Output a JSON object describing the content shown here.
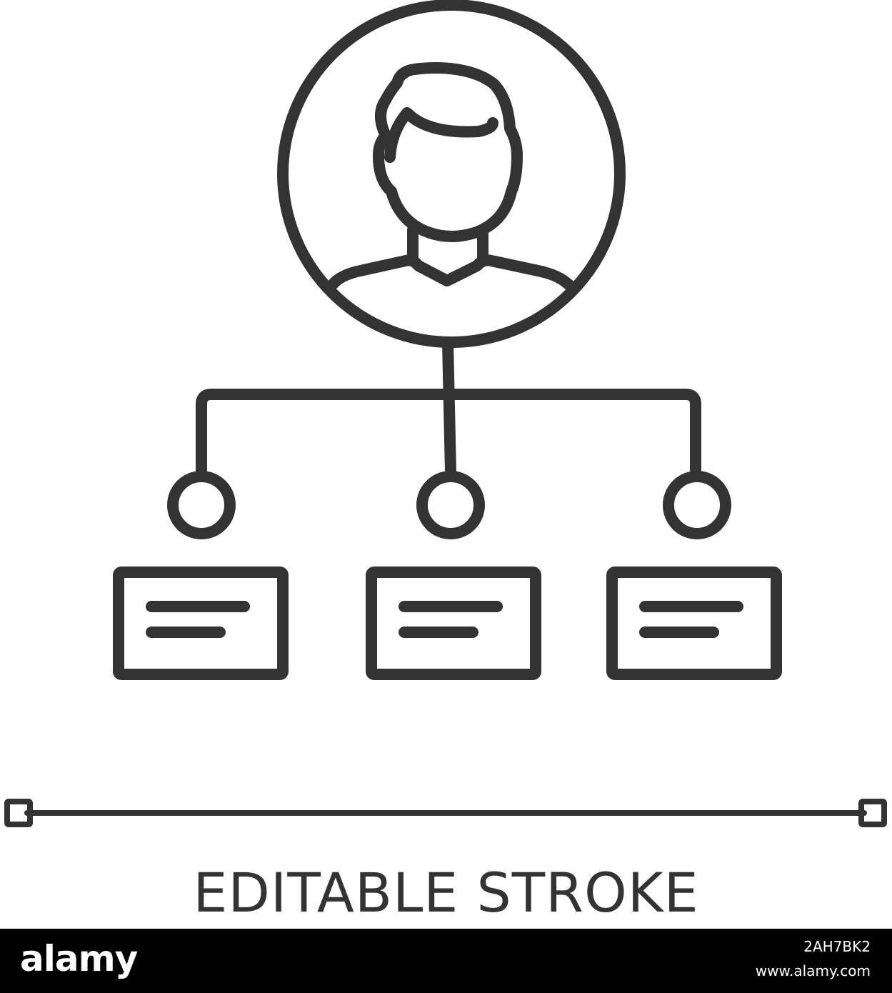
{
  "colors": {
    "stroke": "#333333",
    "background": "#ffffff",
    "footer_background": "#000000",
    "footer_text": "#ffffff"
  },
  "icon": {
    "name": "organization-chart-icon",
    "top_node": "user-avatar-icon",
    "children": [
      {
        "node": "circle-node-icon",
        "card": "text-card-icon"
      },
      {
        "node": "circle-node-icon",
        "card": "text-card-icon"
      },
      {
        "node": "circle-node-icon",
        "card": "text-card-icon"
      }
    ]
  },
  "stroke_indicator": {
    "name": "stroke-width-indicator-icon"
  },
  "caption": "EDITABLE STROKE",
  "footer": {
    "brand": "alamy",
    "image_id": "2AH7BK2",
    "site": "www.alamy.com"
  }
}
